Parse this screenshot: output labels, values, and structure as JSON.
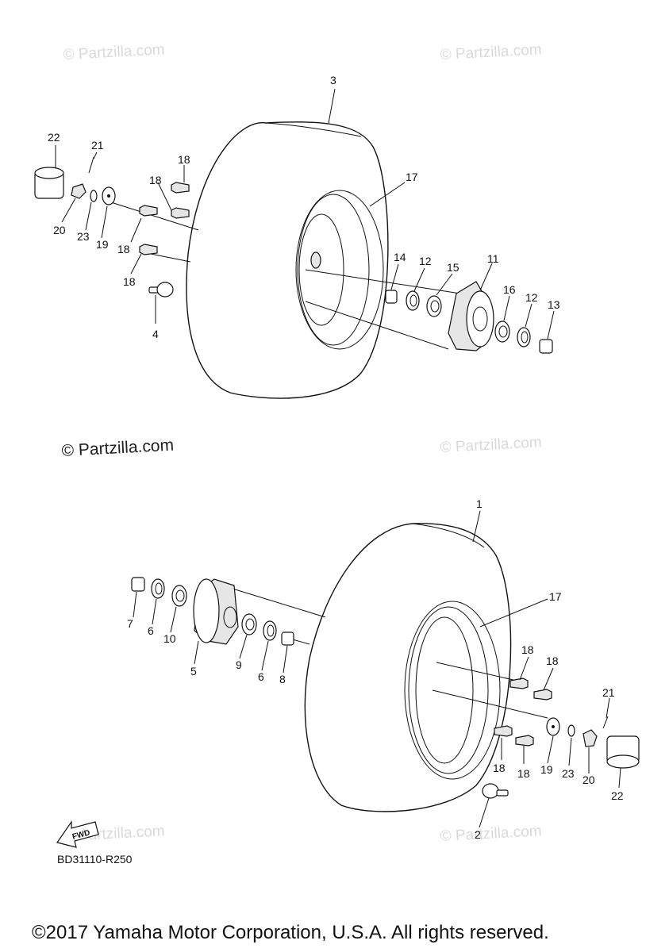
{
  "watermarks": {
    "text": "© Partzilla.com",
    "prominent": "© Partzilla.com"
  },
  "diagram_code": "BD31110-R250",
  "copyright": "©2017 Yamaha Motor Corporation, U.S.A. All rights reserved.",
  "fwd_label": "FWD",
  "upper_assembly": {
    "labels": {
      "tire": "3",
      "wheel": "17",
      "cap": "22",
      "cotter_pin": "21",
      "nut": "20",
      "spring_washer": "23",
      "washer": "19",
      "bolt_a": "18",
      "bolt_b": "18",
      "bolt_c": "18",
      "bolt_d": "18",
      "valve": "4",
      "collar_outer": "14",
      "seal_a": "12",
      "bearing_a": "15",
      "hub": "11",
      "bearing_b": "16",
      "seal_b": "12",
      "collar_inner": "13"
    }
  },
  "lower_assembly": {
    "labels": {
      "tire": "1",
      "wheel": "17",
      "collar_outer": "7",
      "seal_a": "6",
      "bearing_a": "10",
      "hub": "5",
      "bearing_b": "9",
      "seal_b": "6",
      "collar_inner": "8",
      "bolt_a": "18",
      "bolt_b": "18",
      "bolt_c": "18",
      "bolt_d": "18",
      "washer": "19",
      "spring_washer": "23",
      "nut": "20",
      "cotter_pin": "21",
      "cap": "22",
      "valve": "2"
    }
  }
}
